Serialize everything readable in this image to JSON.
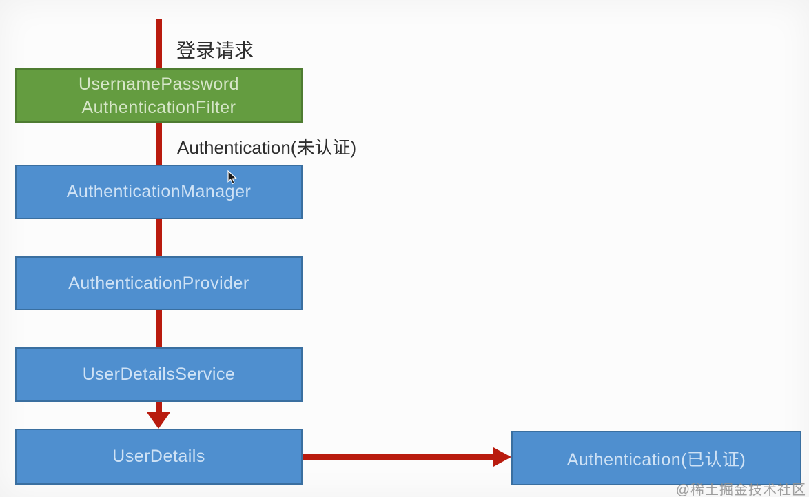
{
  "colors": {
    "background": "#fcfcfc",
    "green_fill": "#649c40",
    "green_border": "#4e7c31",
    "blue_fill": "#4f8fcf",
    "blue_border": "#3a6fa0",
    "arrow_red": "#b91b0e",
    "label_text": "#2e2e2e",
    "box_text_green": "#d6e6c8",
    "box_text_blue": "#cfe2f5",
    "watermark": "#8f8f8f"
  },
  "diagram": {
    "labels": {
      "login_request": "登录请求",
      "authentication_unauthenticated": "Authentication(未认证)"
    },
    "nodes": {
      "filter": {
        "line1": "UsernamePassword",
        "line2": "AuthenticationFilter"
      },
      "manager": {
        "label": "AuthenticationManager"
      },
      "provider": {
        "label": "AuthenticationProvider"
      },
      "user_details_service": {
        "label": "UserDetailsService"
      },
      "user_details": {
        "label": "UserDetails"
      },
      "authentication_authenticated": {
        "label": "Authentication(已认证)"
      }
    },
    "watermark": "@稀土掘金技术社区"
  }
}
